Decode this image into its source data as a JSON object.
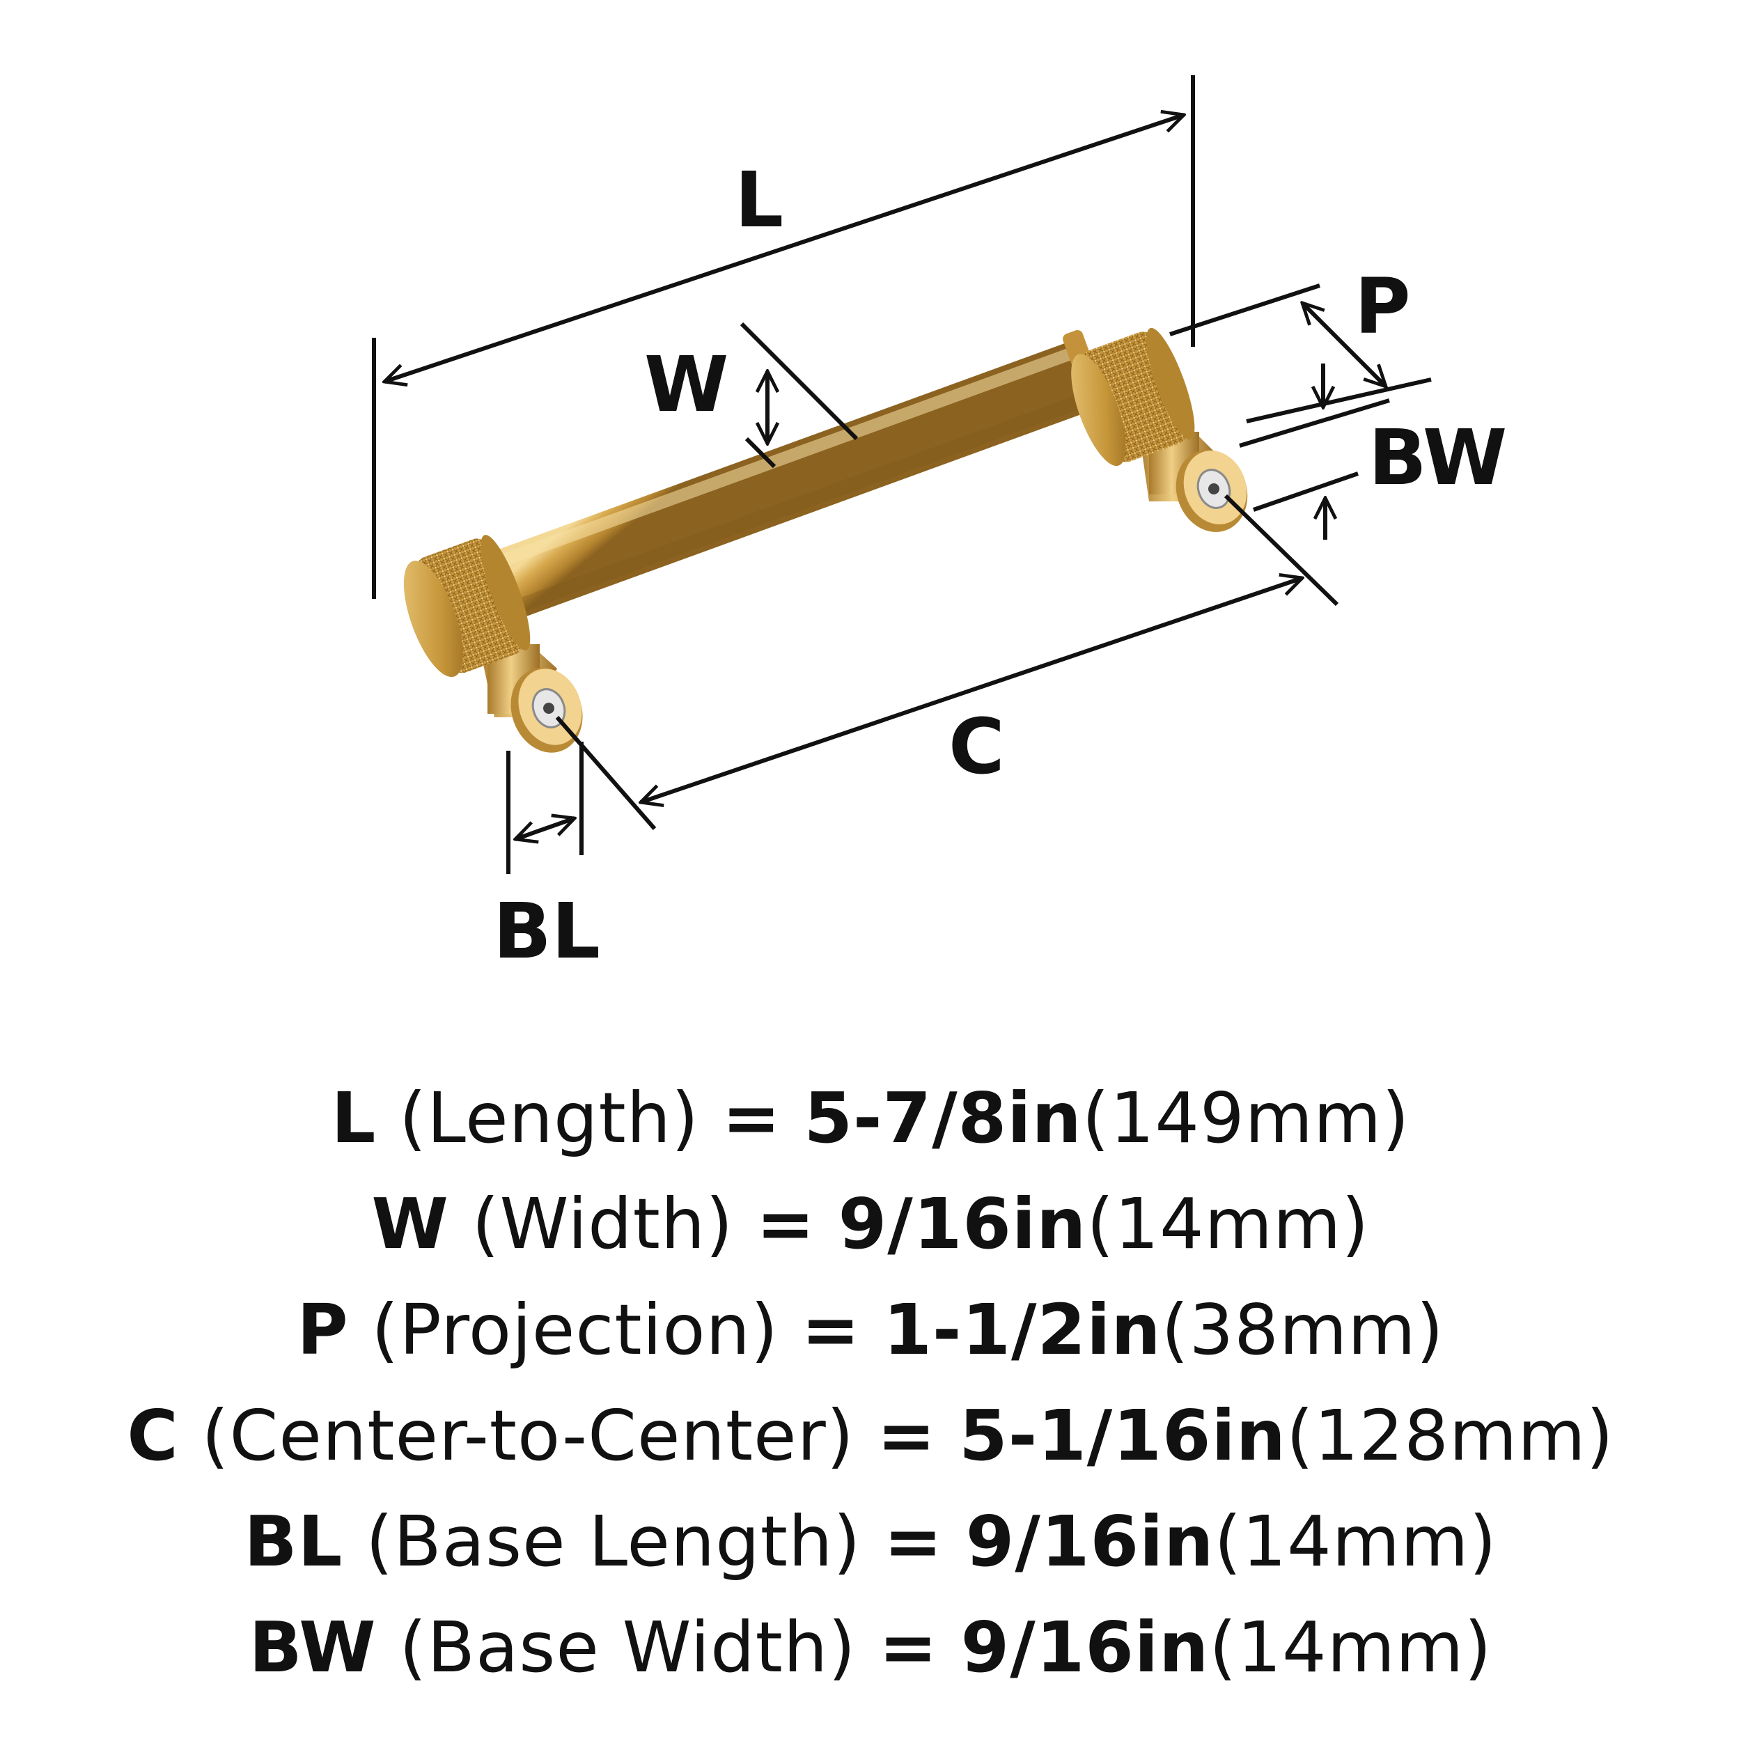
{
  "diagram": {
    "labels": {
      "L": "L",
      "W": "W",
      "P": "P",
      "BW": "BW",
      "C": "C",
      "BL": "BL"
    },
    "colors": {
      "brass": "#c99a3e",
      "brass_dark": "#8d6420",
      "brass_light": "#f2d28a",
      "line": "#111111"
    }
  },
  "specs": [
    {
      "code": "L",
      "name": "(Length)",
      "eq": "=",
      "imperial": "5-7/8in",
      "metric": "(149mm)"
    },
    {
      "code": "W",
      "name": "(Width)",
      "eq": "=",
      "imperial": "9/16in",
      "metric": "(14mm)"
    },
    {
      "code": "P",
      "name": "(Projection)",
      "eq": "=",
      "imperial": "1-1/2in",
      "metric": "(38mm)"
    },
    {
      "code": "C",
      "name": "(Center-to-Center)",
      "eq": "=",
      "imperial": "5-1/16in",
      "metric": "(128mm)"
    },
    {
      "code": "BL",
      "name": "(Base Length)",
      "eq": "=",
      "imperial": "9/16in",
      "metric": "(14mm)"
    },
    {
      "code": "BW",
      "name": "(Base Width)",
      "eq": "=",
      "imperial": "9/16in",
      "metric": "(14mm)"
    }
  ]
}
